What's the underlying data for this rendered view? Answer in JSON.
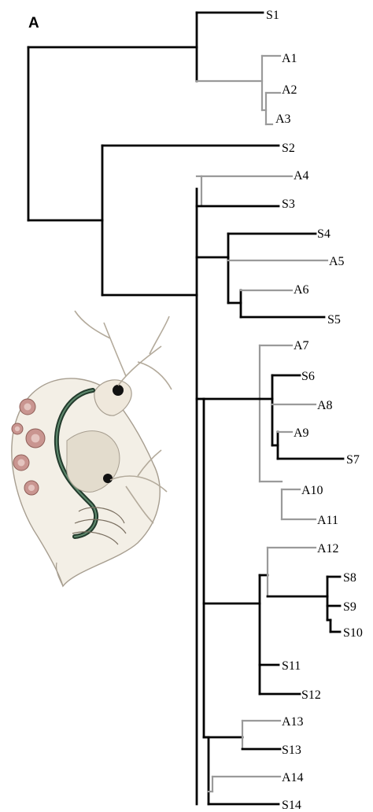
{
  "figure": {
    "panel_letter": "A"
  },
  "colors": {
    "black_branch": "#000000",
    "gray_branch": "#9a9a9a",
    "label": "#000000",
    "illustration_body": "#f3efe6",
    "illustration_outline": "#a79e90",
    "illustration_gut": "#233b2d",
    "illustration_eggs": "#c99590",
    "illustration_eye": "#111111"
  },
  "tree": {
    "leaves": [
      {
        "key": "S1",
        "label": "S1",
        "color": "black"
      },
      {
        "key": "A1",
        "label": "A1",
        "color": "gray"
      },
      {
        "key": "A2",
        "label": "A2",
        "color": "gray"
      },
      {
        "key": "A3",
        "label": "A3",
        "color": "gray"
      },
      {
        "key": "S2",
        "label": "S2",
        "color": "black"
      },
      {
        "key": "A4",
        "label": "A4",
        "color": "gray"
      },
      {
        "key": "S3",
        "label": "S3",
        "color": "black"
      },
      {
        "key": "S4",
        "label": "S4",
        "color": "black"
      },
      {
        "key": "A5",
        "label": "A5",
        "color": "gray"
      },
      {
        "key": "A6",
        "label": "A6",
        "color": "gray"
      },
      {
        "key": "S5",
        "label": "S5",
        "color": "black"
      },
      {
        "key": "A7",
        "label": "A7",
        "color": "gray"
      },
      {
        "key": "S6",
        "label": "S6",
        "color": "black"
      },
      {
        "key": "A8",
        "label": "A8",
        "color": "gray"
      },
      {
        "key": "A9",
        "label": "A9",
        "color": "gray"
      },
      {
        "key": "S7",
        "label": "S7",
        "color": "black"
      },
      {
        "key": "A10",
        "label": "A10",
        "color": "gray"
      },
      {
        "key": "A11",
        "label": "A11",
        "color": "gray"
      },
      {
        "key": "A12",
        "label": "A12",
        "color": "gray"
      },
      {
        "key": "S8",
        "label": "S8",
        "color": "black"
      },
      {
        "key": "S9",
        "label": "S9",
        "color": "black"
      },
      {
        "key": "S10",
        "label": "S10",
        "color": "black"
      },
      {
        "key": "S11",
        "label": "S11",
        "color": "black"
      },
      {
        "key": "S12",
        "label": "S12",
        "color": "black"
      },
      {
        "key": "A13",
        "label": "A13",
        "color": "gray"
      },
      {
        "key": "S13",
        "label": "S13",
        "color": "black"
      },
      {
        "key": "A14",
        "label": "A14",
        "color": "gray"
      },
      {
        "key": "S14",
        "label": "S14",
        "color": "black"
      }
    ]
  }
}
